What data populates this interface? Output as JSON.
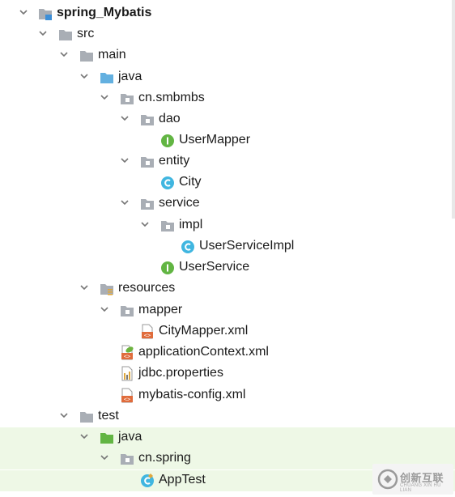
{
  "project_tree": {
    "nodes": [
      {
        "label": "spring_Mybatis",
        "icon": "module-folder-icon",
        "expanded": true,
        "level": 0
      },
      {
        "label": "src",
        "icon": "folder-icon",
        "expanded": true,
        "level": 1
      },
      {
        "label": "main",
        "icon": "folder-icon",
        "expanded": true,
        "level": 2
      },
      {
        "label": "java",
        "icon": "source-root-folder-icon",
        "expanded": true,
        "level": 3
      },
      {
        "label": "cn.smbmbs",
        "icon": "package-icon",
        "expanded": true,
        "level": 4
      },
      {
        "label": "dao",
        "icon": "package-icon",
        "expanded": true,
        "level": 5
      },
      {
        "label": "UserMapper",
        "icon": "interface-icon",
        "level": 6
      },
      {
        "label": "entity",
        "icon": "package-icon",
        "expanded": true,
        "level": 5
      },
      {
        "label": "City",
        "icon": "class-icon",
        "level": 6
      },
      {
        "label": "service",
        "icon": "package-icon",
        "expanded": true,
        "level": 5
      },
      {
        "label": "impl",
        "icon": "package-icon",
        "expanded": true,
        "level": 6
      },
      {
        "label": "UserServiceImpl",
        "icon": "class-icon",
        "level": 7
      },
      {
        "label": "UserService",
        "icon": "interface-icon",
        "level": 6
      },
      {
        "label": "resources",
        "icon": "resources-folder-icon",
        "expanded": true,
        "level": 3
      },
      {
        "label": "mapper",
        "icon": "folder-icon",
        "expanded": true,
        "level": 4
      },
      {
        "label": "CityMapper.xml",
        "icon": "xml-file-icon",
        "level": 5
      },
      {
        "label": "applicationContext.xml",
        "icon": "spring-xml-file-icon",
        "level": 4
      },
      {
        "label": "jdbc.properties",
        "icon": "properties-file-icon",
        "level": 4
      },
      {
        "label": "mybatis-config.xml",
        "icon": "xml-file-icon",
        "level": 4
      },
      {
        "label": "test",
        "icon": "folder-icon",
        "expanded": true,
        "level": 2
      },
      {
        "label": "java",
        "icon": "test-root-folder-icon",
        "expanded": true,
        "level": 3
      },
      {
        "label": "cn.spring",
        "icon": "package-icon",
        "expanded": true,
        "level": 4
      },
      {
        "label": "AppTest",
        "icon": "test-class-icon",
        "level": 5
      }
    ]
  },
  "colors": {
    "folder": "#a9aeb5",
    "source_root": "#63b0e0",
    "test_root": "#62b543",
    "interface": "#62b543",
    "class": "#40b6e0",
    "xml": "#e06c3c",
    "test_highlight": "#eef8e6"
  },
  "watermark": {
    "text": "创新互联",
    "subtext": "CHUANG XIN HU LIAN"
  }
}
